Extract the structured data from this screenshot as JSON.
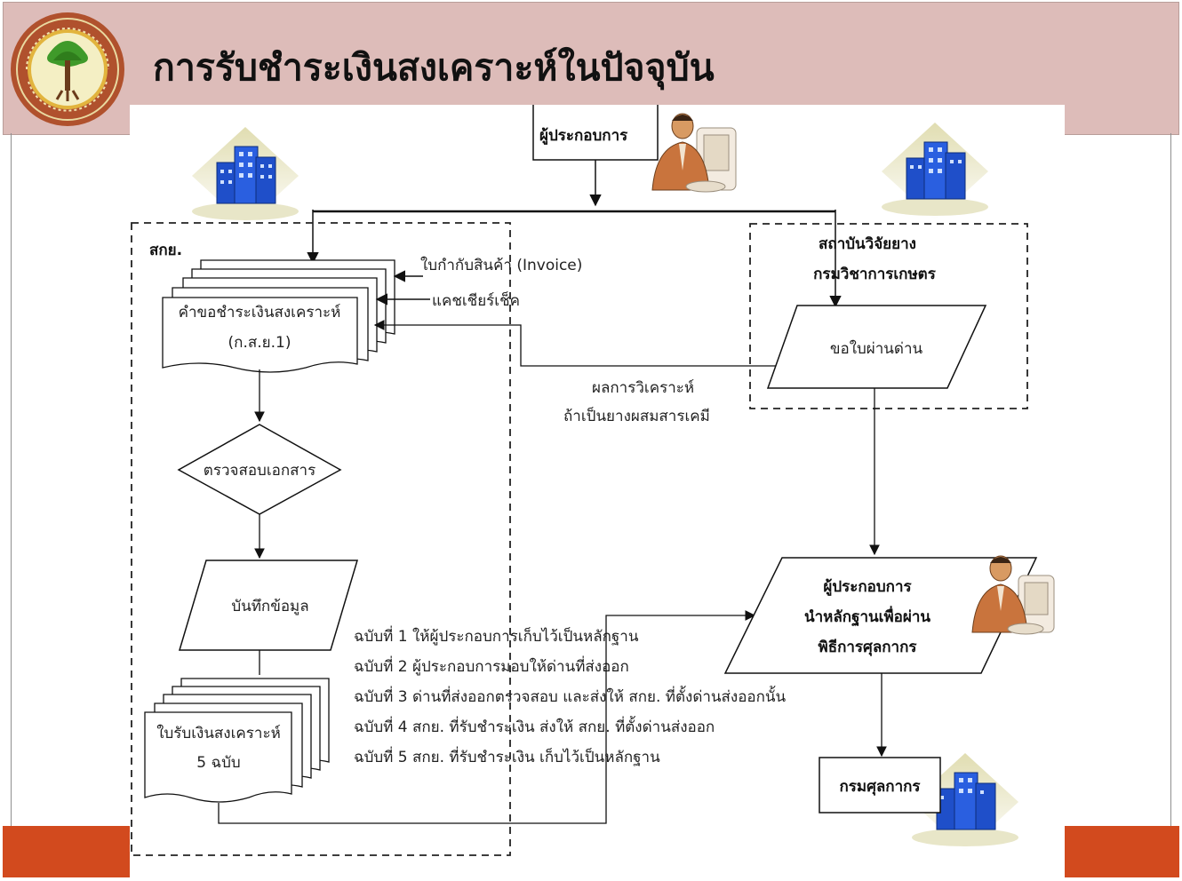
{
  "slide": {
    "title": "การรับชำระเงินสงเคราะห์ในปัจจุบัน"
  },
  "diagram": {
    "operator_top": "ผู้ประกอบการ",
    "agency_left": "สกย.",
    "institute_line1": "สถาบันวิจัยยาง",
    "institute_line2": "กรมวิชาการเกษตร",
    "invoice_label": "ใบกำกับสินค้า (Invoice)",
    "cashier_check_label": "แคชเชียร์เช็ค",
    "request_form_line1": "คำขอชำระเงินสงเคราะห์",
    "request_form_line2": "(ก.ส.ย.1)",
    "analysis_line1": "ผลการวิเคราะห์",
    "analysis_line2": "ถ้าเป็นยางผสมสารเคมี",
    "permit_request": "ขอใบผ่านด่าน",
    "check_documents": "ตรวจสอบเอกสาร",
    "record_data": "บันทึกข้อมูล",
    "operator_customs_line1": "ผู้ประกอบการ",
    "operator_customs_line2": "นำหลักฐานเพื่อผ่าน",
    "operator_customs_line3": "พิธีการศุลกากร",
    "copies": [
      "ฉบับที่ 1 ให้ผู้ประกอบการเก็บไว้เป็นหลักฐาน",
      "ฉบับที่ 2 ผู้ประกอบการมอบให้ด่านที่ส่งออก",
      "ฉบับที่ 3 ด่านที่ส่งออกตรวจสอบ และส่งให้ สกย. ที่ตั้งด่านส่งออกนั้น",
      "ฉบับที่ 4 สกย. ที่รับชำระเงิน ส่งให้ สกย. ที่ตั้งด่านส่งออก",
      "ฉบับที่ 5  สกย. ที่รับชำระเงิน เก็บไว้เป็นหลักฐาน"
    ],
    "receipt_line1": "ใบรับเงินสงเคราะห์",
    "receipt_line2": "5 ฉบับ",
    "customs_dept": "กรมศุลกากร"
  },
  "colors": {
    "header_band": "#ddbcb9",
    "footer_band": "#d24a1e",
    "building_blue": "#1f4fc9",
    "building_glow": "#cfc98a"
  },
  "icons": {
    "logo": "rubber-tree-seal-icon",
    "building": "office-building-icon",
    "person": "person-at-computer-icon"
  }
}
